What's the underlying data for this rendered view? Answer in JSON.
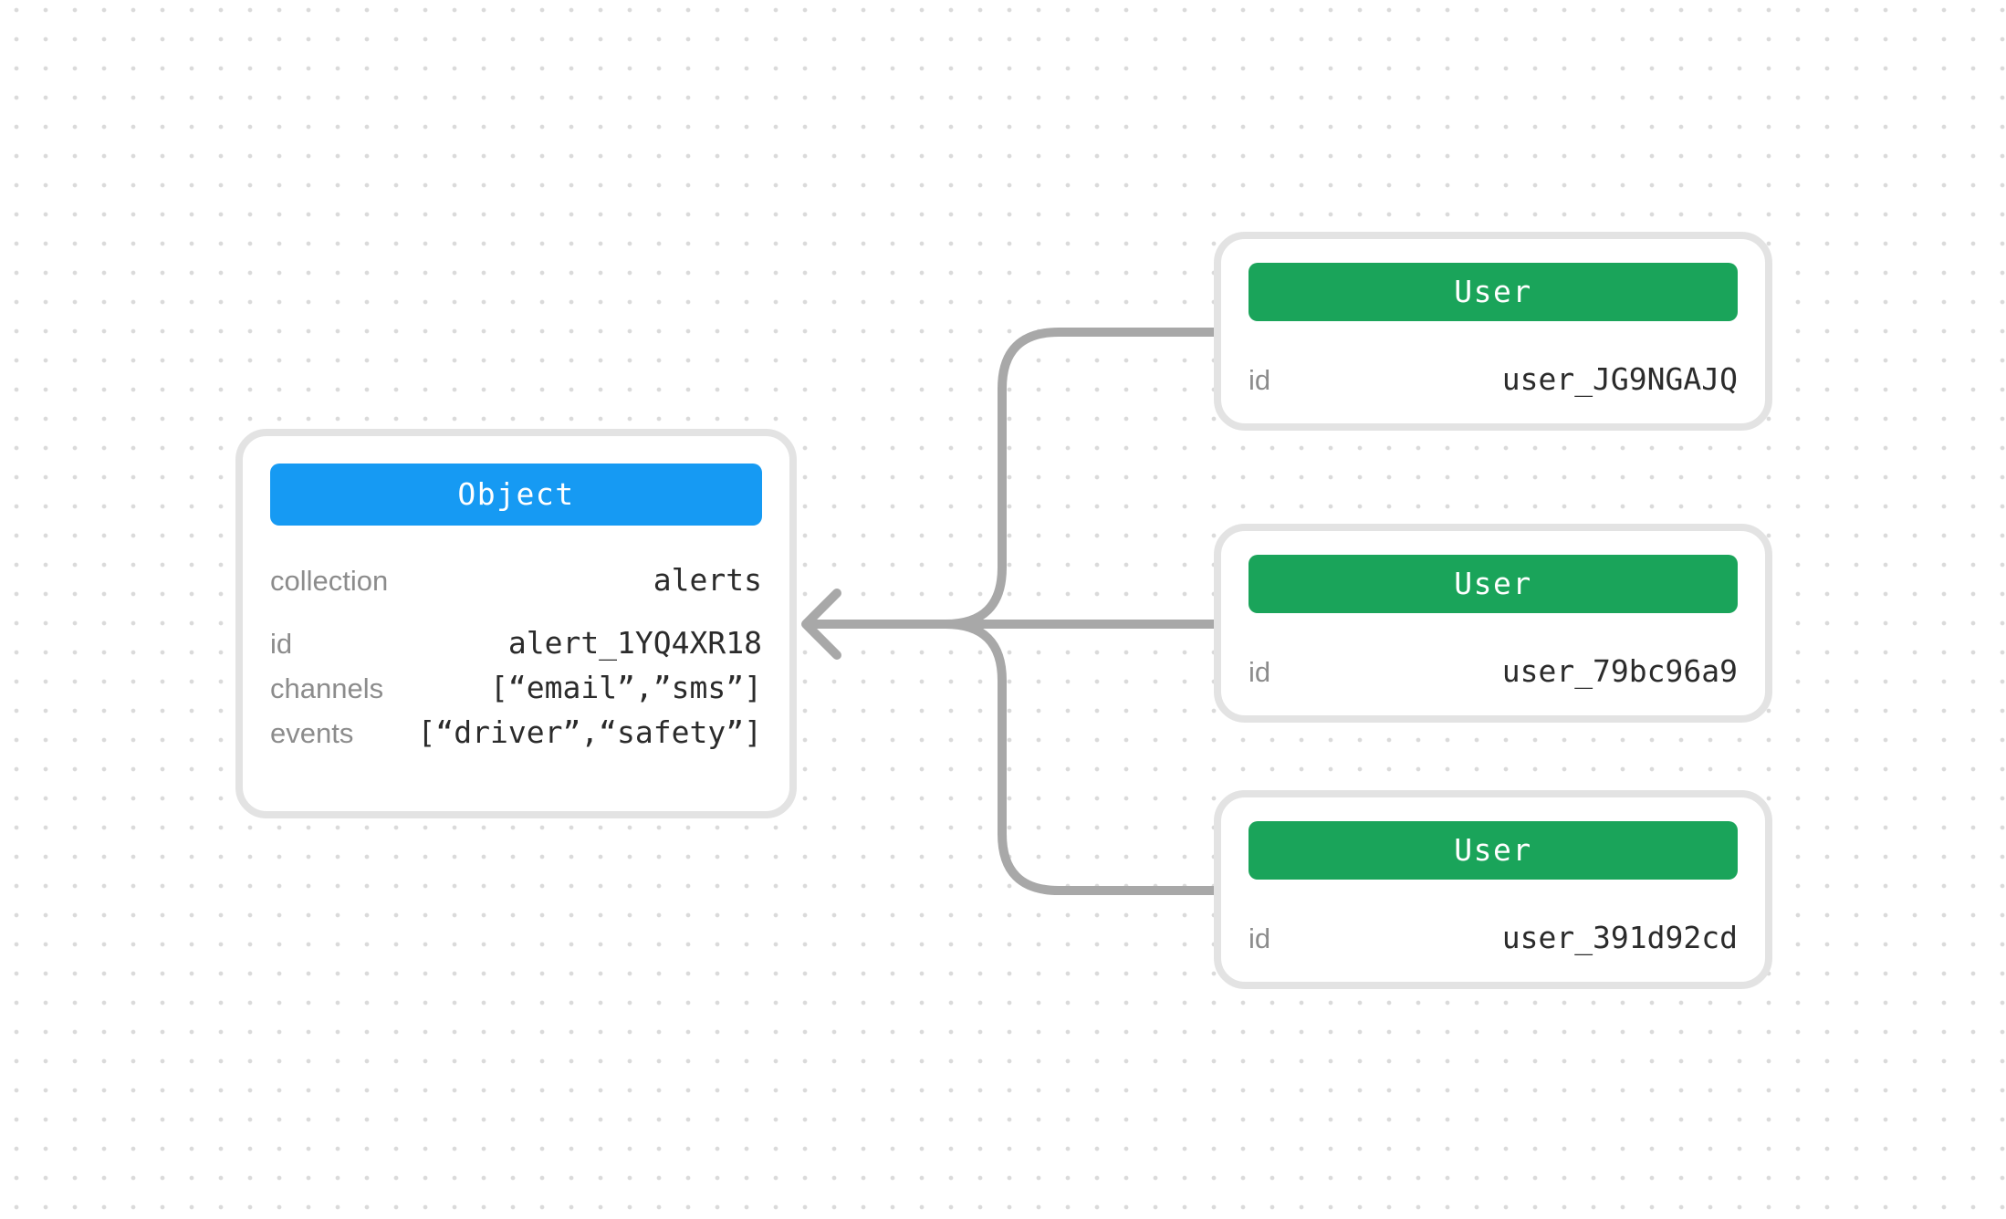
{
  "diagram": {
    "object_node": {
      "title": "Object",
      "header_color": "#169af3",
      "fields": [
        {
          "label": "collection",
          "value": "alerts"
        },
        {
          "label": "id",
          "value": "alert_1YQ4XR18"
        },
        {
          "label": "channels",
          "value": "[“email”,”sms”]"
        },
        {
          "label": "events",
          "value": "[“driver”,“safety”]"
        }
      ]
    },
    "user_nodes": [
      {
        "title": "User",
        "header_color": "#1aa45a",
        "fields": [
          {
            "label": "id",
            "value": "user_JG9NGAJQ"
          }
        ]
      },
      {
        "title": "User",
        "header_color": "#1aa45a",
        "fields": [
          {
            "label": "id",
            "value": "user_79bc96a9"
          }
        ]
      },
      {
        "title": "User",
        "header_color": "#1aa45a",
        "fields": [
          {
            "label": "id",
            "value": "user_391d92cd"
          }
        ]
      }
    ],
    "connectors": {
      "color": "#a8a8a8",
      "direction": "users-to-object"
    },
    "canvas_colors": {
      "background": "#ffffff",
      "dot_grid": "#dadada",
      "card_border": "#e3e3e3",
      "label_text": "#8c8c8c",
      "value_text": "#2b2b2b"
    }
  }
}
